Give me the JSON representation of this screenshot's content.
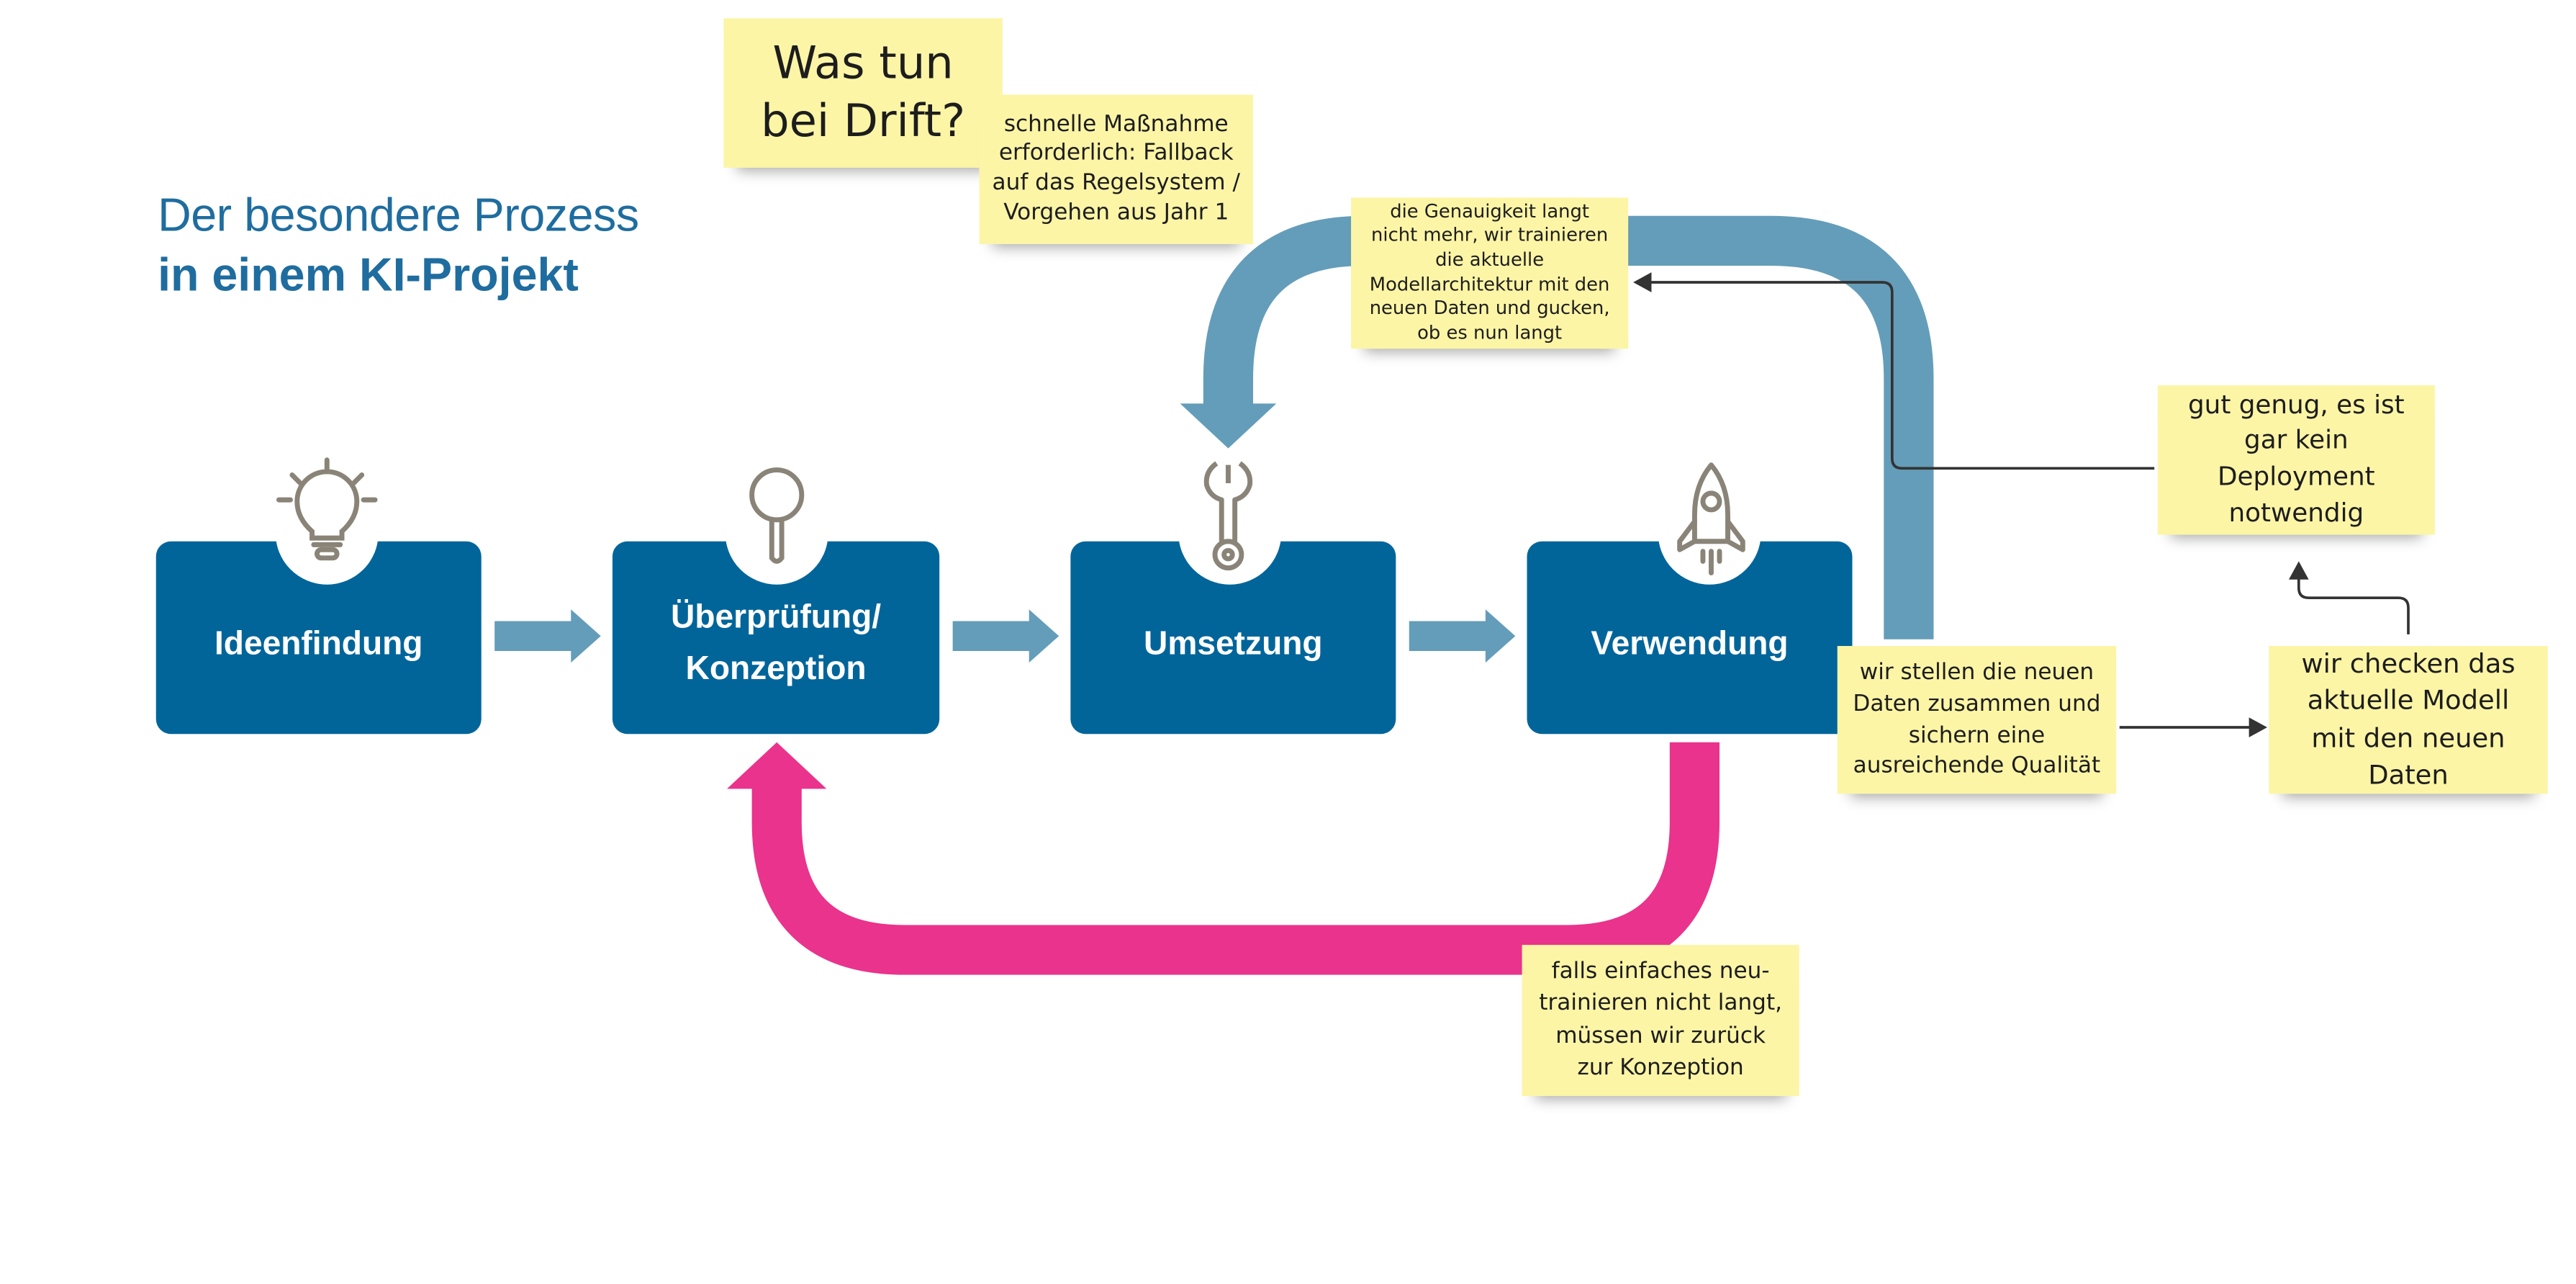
{
  "title": {
    "line1": "Der besondere Prozess",
    "line2": "in einem KI-Projekt"
  },
  "stages": [
    {
      "label": "Ideenfindung",
      "icon": "lightbulb-icon"
    },
    {
      "label": "Überprüfung/ Konzeption",
      "icon": "magnifier-icon"
    },
    {
      "label": "Umsetzung",
      "icon": "wrench-icon"
    },
    {
      "label": "Verwendung",
      "icon": "rocket-icon"
    }
  ],
  "notes": {
    "drift_question": "Was tun bei Drift?",
    "fallback": "schnelle Maßnahme erforderlich: Fallback auf das Regelsystem / Vorgehen aus Jahr 1",
    "retrain": "die Genauigkeit langt nicht mehr, wir trainieren die aktuelle Modellarchitektur mit den neuen Daten und gucken, ob es nun langt",
    "good_enough": "gut genug, es ist gar kein Deployment notwendig",
    "collect_data": "wir stellen die neuen Daten zusammen und sichern eine ausreichende Qualität",
    "check_model": "wir checken das aktuelle Modell mit den neuen Daten",
    "back_to_concept": "falls einfaches neu-trainieren nicht langt, müssen wir zurück zur Konzeption"
  },
  "colors": {
    "stage_blue": "#02659a",
    "loop_blue": "#649db9",
    "loop_pink": "#ea338c",
    "title_blue": "#1f6d9f",
    "sticky_yellow": "#fcf5a6",
    "icon_gray": "#8a8478"
  }
}
